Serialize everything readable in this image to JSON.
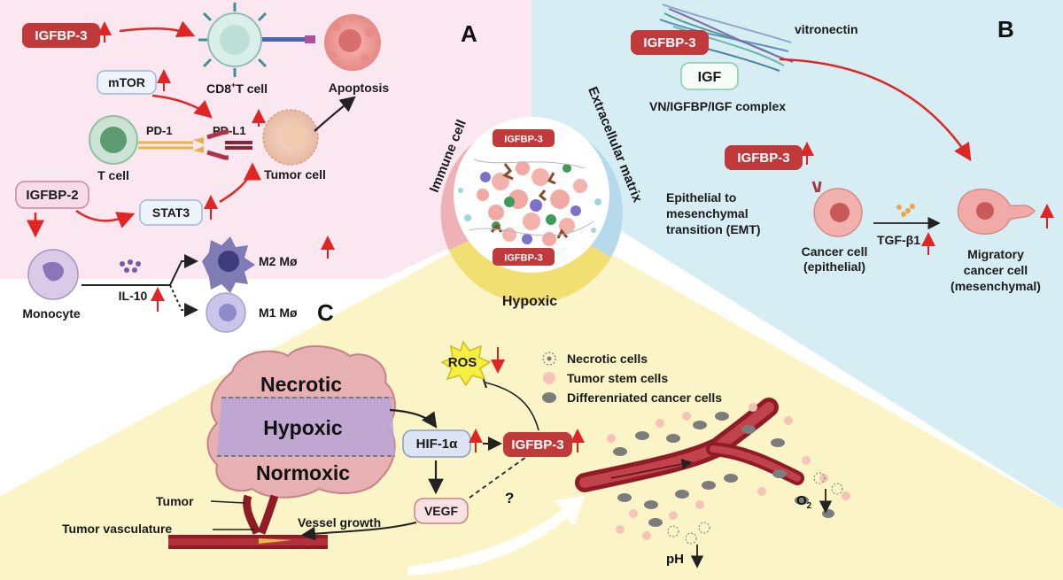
{
  "panels": {
    "a": "A",
    "b": "B",
    "c": "C"
  },
  "center": {
    "immune": "Immune cell",
    "ecm": "Extracellular matrix",
    "hypoxic": "Hypoxic",
    "igfbp3_top": "IGFBP-3",
    "igfbp3_bottom": "IGFBP-3"
  },
  "panel_a": {
    "igfbp3": "IGFBP-3",
    "cd8": "CD8",
    "cd8_sup": "+",
    "cd8_rest": "T cell",
    "apoptosis": "Apoptosis",
    "mtor": "mTOR",
    "pd1": "PD-1",
    "pdl1": "PD-L1",
    "tcell": "T cell",
    "tumor_cell": "Tumor cell",
    "stat3": "STAT3",
    "igfbp2": "IGFBP-2",
    "m2": "M2 Mø",
    "m1": "M1 Mø",
    "il10": "IL-10",
    "monocyte": "Monocyte"
  },
  "panel_b": {
    "vitronectin": "vitronectin",
    "igfbp3_a": "IGFBP-3",
    "igf": "IGF",
    "complex": "VN/IGFBP/IGF complex",
    "igfbp3_b": "IGFBP-3",
    "emt_1": "Epithelial to",
    "emt_2": "mesenchymal",
    "emt_3": "transition (EMT)",
    "cancer_1": "Cancer cell",
    "cancer_2": "(epithelial)",
    "tgf": "TGF-β1",
    "migr_1": "Migratory",
    "migr_2": "cancer cell",
    "migr_3": "(mesenchymal)"
  },
  "panel_c": {
    "necrotic": "Necrotic",
    "hypoxic": "Hypoxic",
    "normoxic": "Normoxic",
    "hif": "HIF-1α",
    "igfbp3": "IGFBP-3",
    "vegf": "VEGF",
    "question": "?",
    "ros": "ROS",
    "tumor": "Tumor",
    "vasculature": "Tumor vasculature",
    "vessel_growth": "Vessel growth",
    "legend_necrotic": "Necrotic cells",
    "legend_stem": "Tumor stem cells",
    "legend_diff": "Differenriated cancer cells",
    "o2": "O",
    "o2_sub": "2",
    "ph": "pH"
  },
  "colors": {
    "bg_a": "#fbe7ef",
    "bg_b": "#d6edf4",
    "bg_c": "#faf4c6",
    "igfbp3_box": "#c0393b",
    "up_arrow": "#e02020",
    "vessel": "#8e1b25"
  }
}
